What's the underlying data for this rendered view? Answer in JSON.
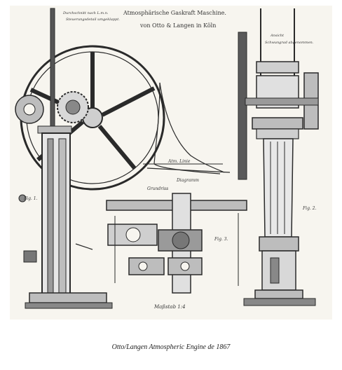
{
  "plate": {
    "header_title": "Atmosphärische Gaskraft Maschine.",
    "header_sub": "von Otto & Langen in Köln",
    "left_note_1": "Durchschnitt nach L.m.n.",
    "left_note_2": "Steuerungsdetail umgeklappt.",
    "right_note_1": "Ansicht",
    "right_note_2": "Schwungrad abgenommen.",
    "atm_label": "Atm. Linie",
    "diagram_label": "Diagramm",
    "grundriss_label": "Grundriss",
    "fig1": "Fig. 1.",
    "fig2": "Fig. 2.",
    "fig3": "Fig. 3.",
    "scale": "Maßstab 1:4"
  },
  "caption": "Otto/Langen Atmospheric Engine de 1867",
  "colors": {
    "ink": "#2a2a2a",
    "paper": "#f7f5ef",
    "shade": "#9a9a9a"
  }
}
